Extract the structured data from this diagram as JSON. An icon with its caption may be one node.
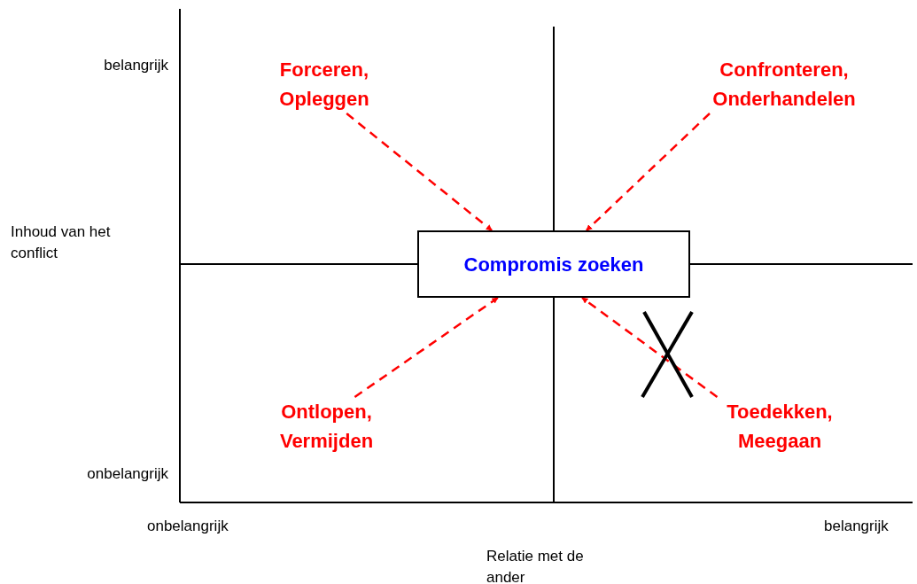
{
  "diagram": {
    "nodes": [
      {
        "text": [
          "Compromis zoeken"
        ]
      },
      {
        "text": [
          "Forceren, Opleggen"
        ]
      },
      {
        "text": [
          "Confronteren, Onderhandelen"
        ]
      },
      {
        "text": [
          "Ontlopen, Vermijden"
        ]
      },
      {
        "text": [
          "Toedekken, Meegaan"
        ]
      }
    ],
    "edges": [
      {
        "from": 1,
        "to": 0,
        "arrow": "to",
        "style": "dashed",
        "color": "#ff0000"
      },
      {
        "from": 2,
        "to": 0,
        "arrow": "to",
        "style": "dashed",
        "color": "#ff0000"
      },
      {
        "from": 3,
        "to": 0,
        "arrow": "to",
        "style": "dashed",
        "color": "#ff0000"
      },
      {
        "from": 4,
        "to": 0,
        "arrow": "to",
        "style": "dashed",
        "color": "#ff0000"
      }
    ],
    "labels": [
      "belangrijk",
      "Inhoud van het conflict",
      "onbelangrijk",
      "onbelangrijk",
      "belangrijk",
      "Relatie met de ander"
    ]
  }
}
